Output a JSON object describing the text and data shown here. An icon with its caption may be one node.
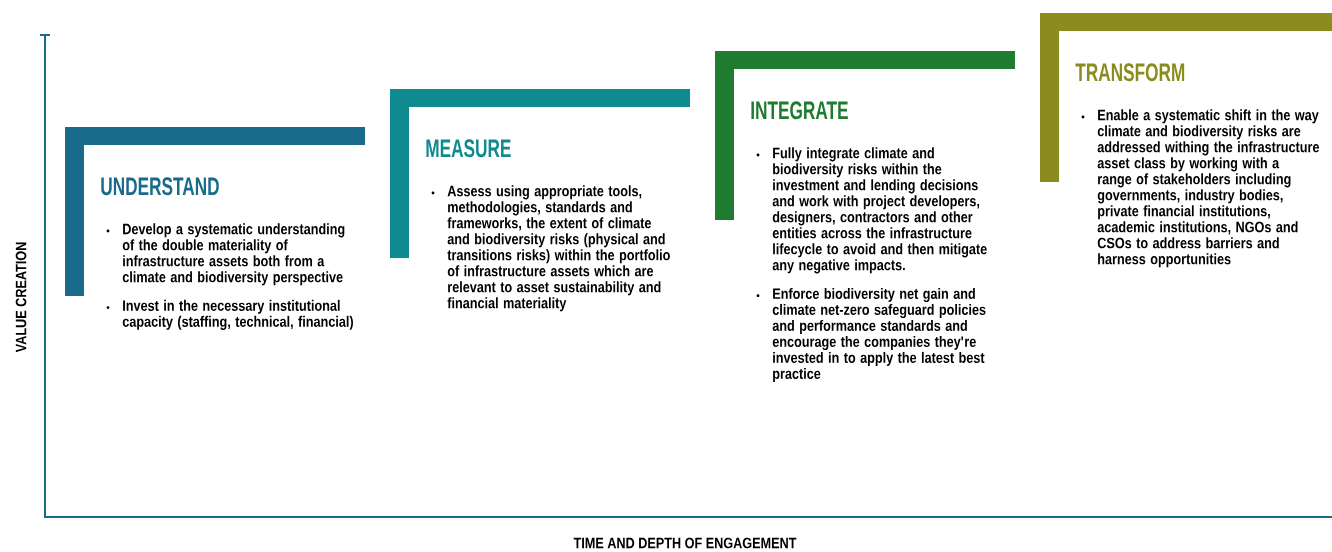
{
  "diagram": {
    "nodes": [
      {
        "text": [
          "UNDERSTAND",
          "Develop a systematic understanding of the double materiality of infrastructure assets both from a climate and biodiversity perspective",
          "Invest in the necessary institutional capacity (staffing, technical, financial)"
        ]
      },
      {
        "text": [
          "MEASURE",
          "Assess using appropriate tools, methodologies, standards and frameworks, the extent of climate and biodiversity risks (physical and transitions risks) within the portfolio of infrastructure assets which are relevant to asset sustainability and financial materiality"
        ]
      },
      {
        "text": [
          "INTEGRATE",
          "Fully integrate climate and biodiversity risks within the investment and lending decisions and work with project developers, designers, contractors and other entities across the infrastructure lifecycle to avoid and then mitigate any negative impacts.",
          "Enforce biodiversity net gain and climate net-zero safeguard policies and performance standards and encourage the companies they're invested in to apply the latest best practice"
        ]
      },
      {
        "text": [
          "TRANSFORM",
          "Enable a systematic shift in the way climate and biodiversity risks are addressed withing the infrastructure asset class by working with a range of stakeholders including governments, industry bodies, private financial institutions, academic institutions, NGOs and CSOs to address barriers and harness opportunities"
        ]
      }
    ],
    "labels": [
      "VALUE CREATION",
      "TIME AND DEPTH OF ENGAGEMENT"
    ]
  }
}
